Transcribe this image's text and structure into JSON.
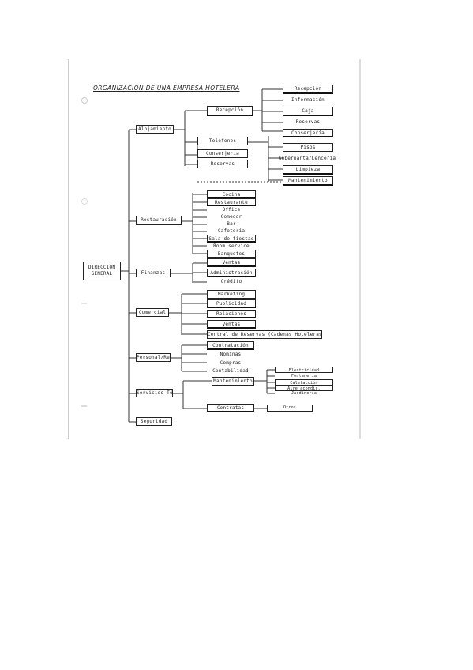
{
  "title": "ORGANIZACIÓN DE UNA EMPRESA HOTELERA",
  "nodes": {
    "root": "DIRECCIÓN GENERAL",
    "alojamiento": "Alojamiento",
    "restauracion": "Restauración",
    "finanzas": "Finanzas",
    "comercial": "Comercial",
    "personal": "Personal/Recursos",
    "servicios_tecnicos": "Servicios Técnicos",
    "seguridad": "Seguridad",
    "recepcion": "Recepción",
    "telefonos": "Teléfonos",
    "conserjeria": "Conserjería",
    "reservas": "Reservas",
    "recepcion_sub": [
      "Recepción",
      "Información",
      "Caja",
      "Reservas",
      "Conserjería"
    ],
    "pisos_sub": [
      "Pisos",
      "Gobernanta/Lencería",
      "Limpieza",
      "Mantenimiento"
    ],
    "restauracion_sub": [
      "Cocina",
      "Restaurante",
      "Office",
      "Comedor",
      "Bar",
      "Cafetería",
      "Sala de fiestas",
      "Room service",
      "Banquetes"
    ],
    "finanzas_sub": [
      "Ventas",
      "Administración",
      "Crédito"
    ],
    "comercial_sub": [
      "Marketing",
      "Publicidad",
      "Relaciones",
      "Ventas",
      "Central de Reservas (Cadenas Hoteleras)"
    ],
    "personal_sub": [
      "Contratación",
      "Nóminas",
      "Compras",
      "Contabilidad"
    ],
    "mantenimiento": "Mantenimiento",
    "mantenimiento_sub": [
      "Electricidad",
      "Fontanería",
      "Calefacción",
      "Aire acondic.",
      "Jardinería"
    ],
    "contratas": "Contratas",
    "contratas_sub": "Otros"
  }
}
